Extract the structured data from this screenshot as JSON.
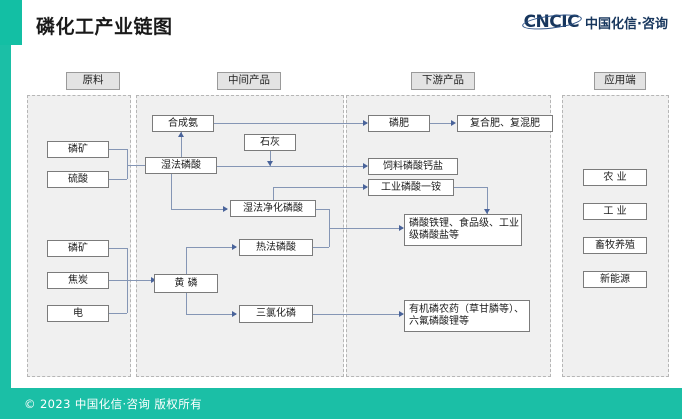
{
  "header": {
    "title": "磷化工产业链图",
    "brand_mark": "CNCIC",
    "brand_cn": "中国化信·咨询"
  },
  "footer": {
    "copyright": "© 2023 中国化信·咨询 版权所有"
  },
  "columns": [
    {
      "id": "raw",
      "label": "原料"
    },
    {
      "id": "intermediate",
      "label": "中间产品"
    },
    {
      "id": "downstream",
      "label": "下游产品"
    },
    {
      "id": "application",
      "label": "应用端"
    }
  ],
  "nodes": {
    "raw": [
      {
        "id": "phosphate-ore-1",
        "label": "磷矿"
      },
      {
        "id": "sulfuric-acid",
        "label": "硫酸"
      },
      {
        "id": "phosphate-ore-2",
        "label": "磷矿"
      },
      {
        "id": "coke",
        "label": "焦炭"
      },
      {
        "id": "electricity",
        "label": "电"
      }
    ],
    "intermediate": [
      {
        "id": "synthetic-ammonia",
        "label": "合成氨"
      },
      {
        "id": "lime",
        "label": "石灰"
      },
      {
        "id": "wet-process-acid",
        "label": "湿法磷酸"
      },
      {
        "id": "purified-wet-acid",
        "label": "湿法净化磷酸"
      },
      {
        "id": "thermal-process-acid",
        "label": "热法磷酸"
      },
      {
        "id": "yellow-phosphorus",
        "label": "黄 磷"
      },
      {
        "id": "phosphorus-trichloride",
        "label": "三氯化磷"
      }
    ],
    "downstream": [
      {
        "id": "phosphate-fertilizer",
        "label": "磷肥"
      },
      {
        "id": "compound-fertilizer",
        "label": "复合肥、复混肥"
      },
      {
        "id": "feed-calcium-phosphate",
        "label": "饲料磷酸钙盐"
      },
      {
        "id": "industrial-map",
        "label": "工业磷酸一铵"
      },
      {
        "id": "lfp-food-industrial",
        "label": "磷酸铁锂、食品级、工业级磷酸盐等"
      },
      {
        "id": "organophosphate",
        "label": "有机磷农药（草甘膦等）、六氟磷酸锂等"
      }
    ],
    "application": [
      {
        "id": "agriculture",
        "label": "农 业"
      },
      {
        "id": "industry",
        "label": "工 业"
      },
      {
        "id": "animal-husbandry",
        "label": "畜牧养殖"
      },
      {
        "id": "new-energy",
        "label": "新能源"
      }
    ]
  },
  "colors": {
    "brand_teal": "#1bbfa6",
    "lane_fill": "#f0f0f0",
    "lane_border": "#b6b6b6",
    "connector": "#8596b5",
    "chip_fill": "#e3e3e3"
  }
}
